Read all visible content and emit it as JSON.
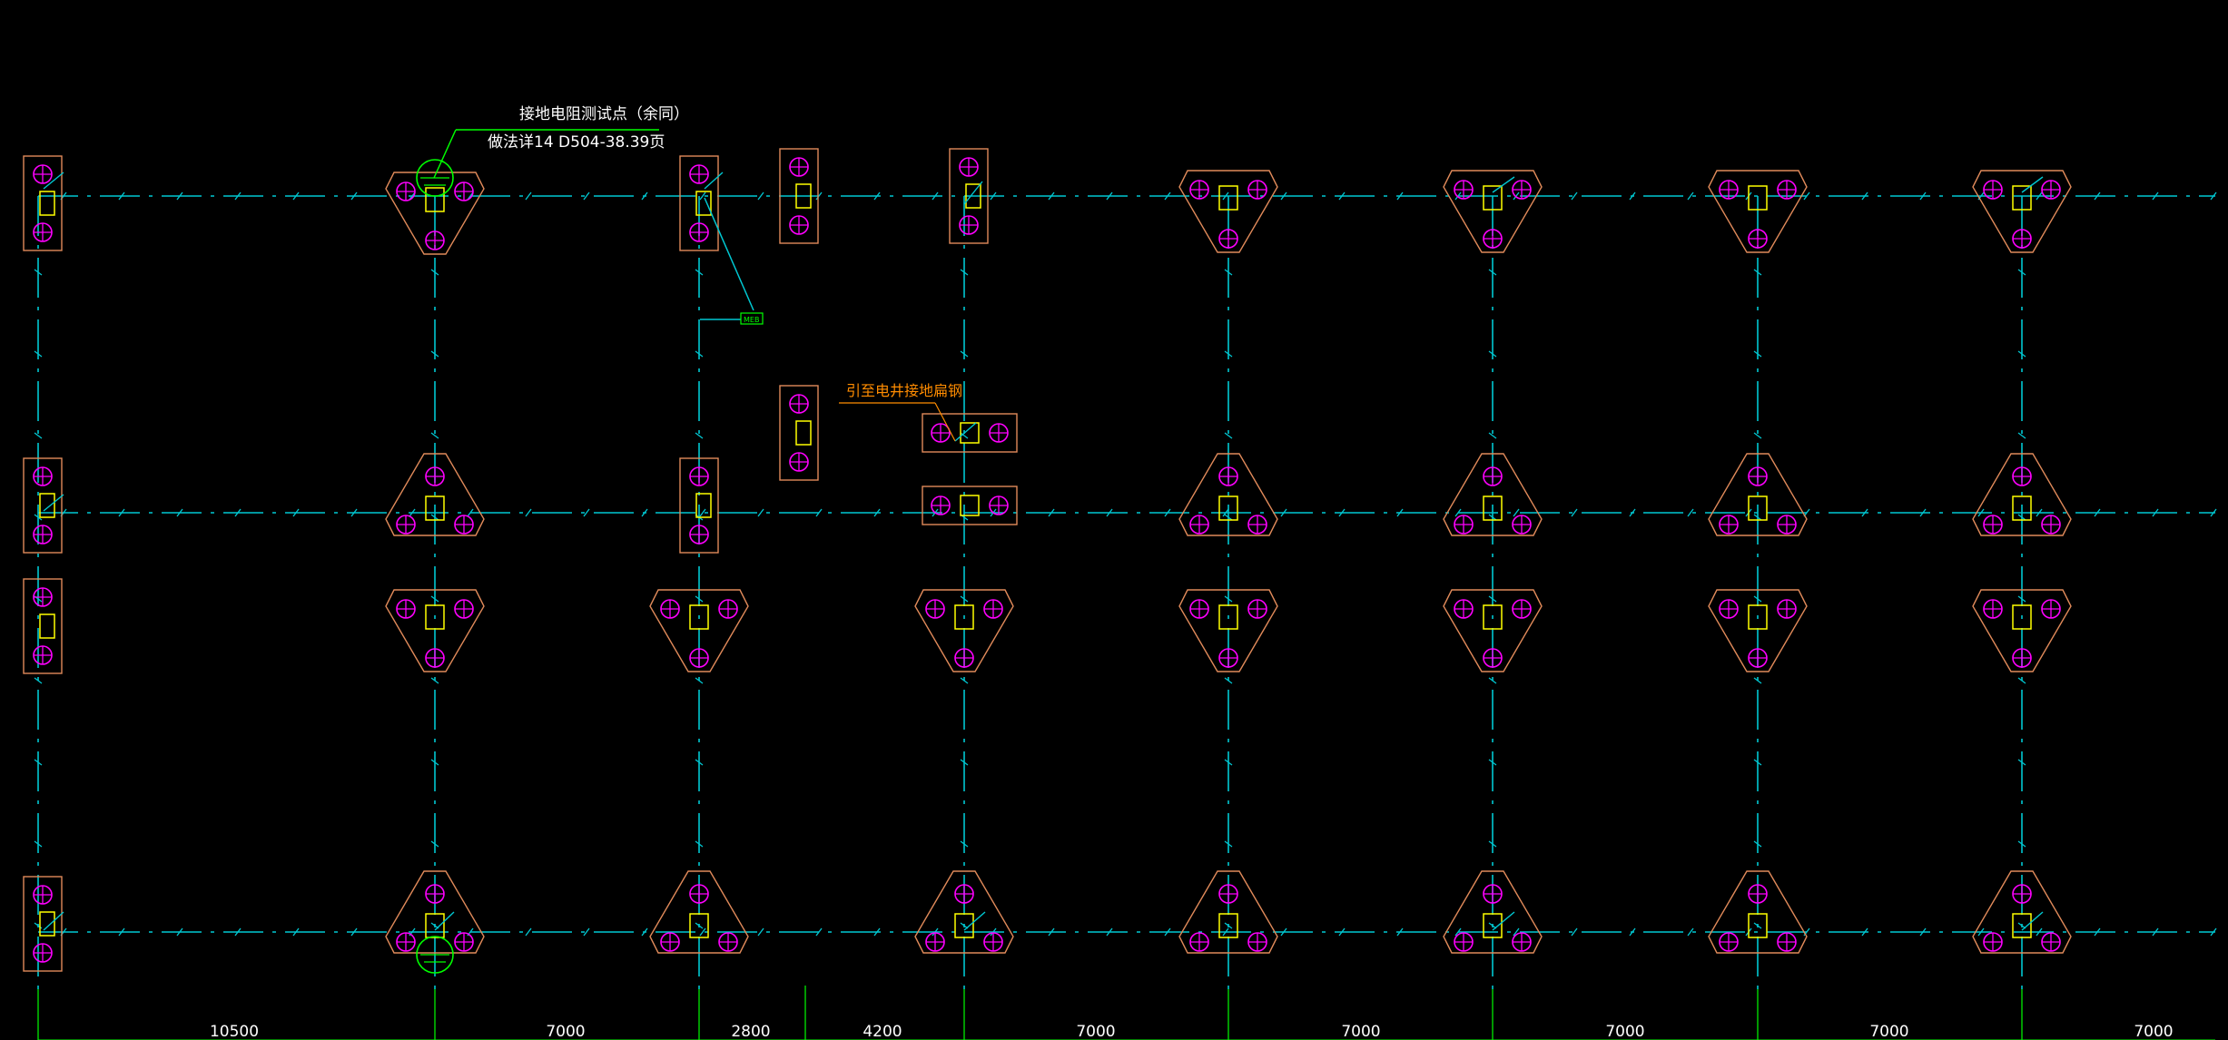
{
  "annotations": {
    "test_point_line1": "接地电阻测试点（余同）",
    "test_point_line2": "做法详14 D504-38.39页",
    "lead_note": "引至电井接地扁钢",
    "small_tag": "MEB"
  },
  "dimensions": [
    "10500",
    "7000",
    "2800",
    "4200",
    "7000",
    "7000",
    "7000",
    "7000",
    "7000"
  ],
  "colors": {
    "background": "#000000",
    "axis": "#00c8d2",
    "pile_cap": "#e08a5a",
    "pile": "#ff00ff",
    "column": "#ffff00",
    "annotation": "#ffffff",
    "leader": "#00ff00",
    "lead_note": "#ff8c00"
  }
}
